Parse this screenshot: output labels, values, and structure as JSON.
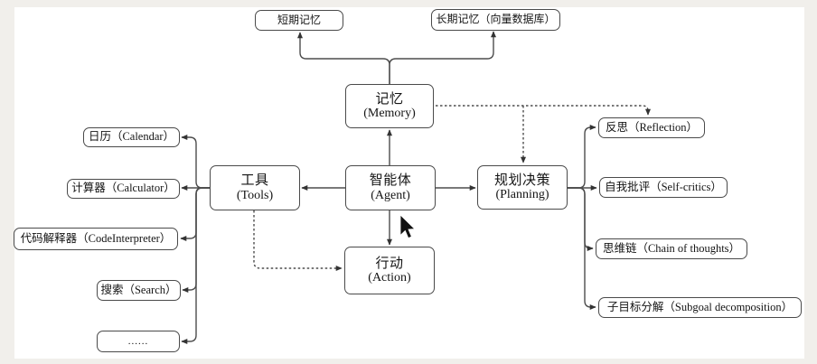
{
  "background": {
    "outer_color": "#f1efeb",
    "canvas_color": "#ffffff",
    "line_color": "#4d4d4d"
  },
  "diagram": {
    "title": "agent-architecture-diagram",
    "nodes": {
      "agent": {
        "zh": "智能体",
        "en": "(Agent)"
      },
      "memory": {
        "zh": "记忆",
        "en": "(Memory)"
      },
      "tools": {
        "zh": "工具",
        "en": "(Tools)"
      },
      "planning": {
        "zh": "规划决策",
        "en": "(Planning)"
      },
      "action": {
        "zh": "行动",
        "en": "(Action)"
      },
      "short_term": {
        "label": "短期记忆"
      },
      "long_term": {
        "label": "长期记忆（向量数据库）"
      },
      "calendar": {
        "label": "日历（Calendar）"
      },
      "calculator": {
        "label": "计算器（Calculator）"
      },
      "code_interpreter": {
        "label": "代码解释器（CodeInterpreter）"
      },
      "search": {
        "label": "搜索（Search）"
      },
      "ellipsis": {
        "label": "......"
      },
      "reflection": {
        "label": "反思（Reflection）"
      },
      "self_critics": {
        "label": "自我批评（Self-critics）"
      },
      "chain_of_thoughts": {
        "label": "思维链（Chain of thoughts）"
      },
      "subgoal": {
        "label": "子目标分解（Subgoal decomposition）"
      }
    },
    "cursor_icon": "mouse-pointer-icon"
  }
}
